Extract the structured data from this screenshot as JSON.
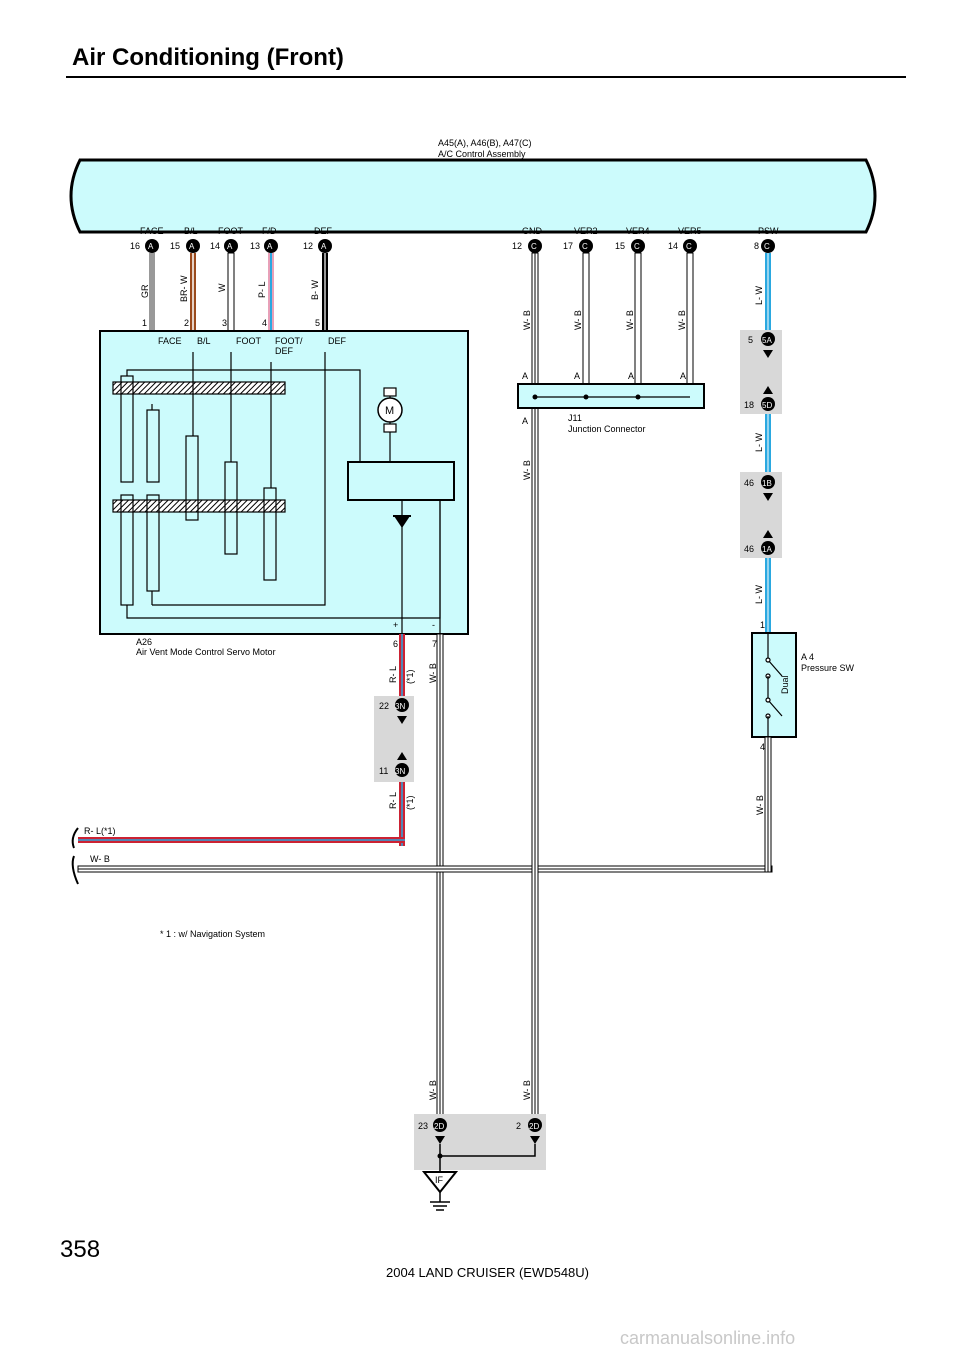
{
  "title": "Air Conditioning (Front)",
  "page_number": "358",
  "footer": "2004 LAND CRUISER (EWD548U)",
  "watermark": "carmanualsonline.info",
  "colors": {
    "panel": "#ccfbfc",
    "shade": "#d8d8d8",
    "wire_blue": "#2aa8e0",
    "wire_red": "#cc2233",
    "wire_brown": "#9a4a1c",
    "wire_gray": "#999999",
    "wire_pink": "#e8a0b8"
  },
  "control_assembly": {
    "connectors_label": "A45(A), A46(B), A47(C)",
    "name": "A/C Control Assembly",
    "terminals": [
      {
        "label": "FACE",
        "pin": "16",
        "conn": "A"
      },
      {
        "label": "B/L",
        "pin": "15",
        "conn": "A"
      },
      {
        "label": "FOOT",
        "pin": "14",
        "conn": "A"
      },
      {
        "label": "F/D",
        "pin": "13",
        "conn": "A"
      },
      {
        "label": "DEF",
        "pin": "12",
        "conn": "A"
      },
      {
        "label": "GND",
        "pin": "12",
        "conn": "C"
      },
      {
        "label": "VER2",
        "pin": "17",
        "conn": "C"
      },
      {
        "label": "VER4",
        "pin": "15",
        "conn": "C"
      },
      {
        "label": "VER5",
        "pin": "14",
        "conn": "C"
      },
      {
        "label": "PSW",
        "pin": "8",
        "conn": "C"
      }
    ]
  },
  "wire_colors": {
    "face": "GR",
    "bl": "BR- W",
    "foot": "W",
    "fd": "P- L",
    "def": "B- W",
    "ver": [
      "W- B",
      "W- B",
      "W- B",
      "W- B"
    ],
    "psw_1": "L- W",
    "psw_2": "L- W",
    "psw_3": "L- W",
    "pressure_out": "W- B",
    "rl": "R- L",
    "rl_note": "(*1)",
    "servo_gnd": "W- B",
    "bus_rl": "R- L(*1)",
    "bus_wb": "W- B",
    "ground_left": "W- B",
    "ground_right": "W- B",
    "jc_out": "W- B"
  },
  "servo_motor": {
    "id": "A26",
    "name": "Air Vent Mode Control Servo Motor",
    "pins": [
      "1",
      "2",
      "3",
      "4",
      "5"
    ],
    "terminals": [
      "FACE",
      "B/L",
      "FOOT",
      "FOOT/\nDEF",
      "DEF"
    ],
    "terminal_fd_line1": "FOOT/",
    "terminal_fd_line2": "DEF",
    "motor": "M",
    "plus": "+",
    "minus": "-",
    "pin_plus": "6",
    "pin_minus": "7"
  },
  "junction_connector": {
    "id": "J11",
    "name": "Junction Connector",
    "pin": "A"
  },
  "pressure_switch": {
    "id": "A 4",
    "name": "Pressure SW",
    "mode": "Dual",
    "pin_in": "1",
    "pin_out": "4"
  },
  "splices": [
    {
      "pin": "5",
      "conn": "5A"
    },
    {
      "pin": "18",
      "conn": "5D"
    },
    {
      "pin": "46",
      "conn": "1B"
    },
    {
      "pin": "46",
      "conn": "1A"
    },
    {
      "pin": "22",
      "conn": "3N"
    },
    {
      "pin": "11",
      "conn": "3N"
    },
    {
      "pin": "23",
      "conn": "2D"
    },
    {
      "pin": "2",
      "conn": "2D"
    }
  ],
  "ground": "IF",
  "note": "* 1 : w/ Navigation System"
}
